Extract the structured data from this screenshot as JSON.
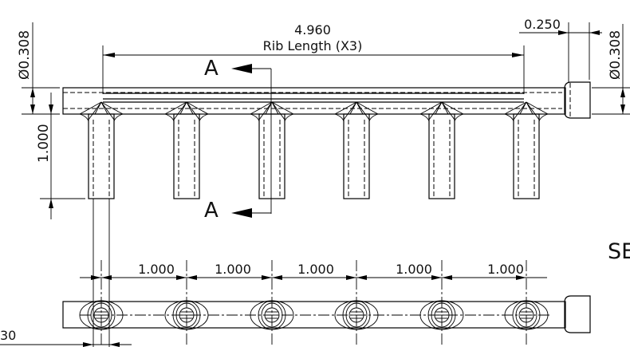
{
  "drawing": {
    "top_view": {
      "rib_length_value": "4.960",
      "rib_length_label": "Rib Length (X3)",
      "diameter_left": "Ø0.308",
      "diameter_right": "Ø0.308",
      "leg_length": "1.000",
      "cap_length": "0.250",
      "section_label_top": "A",
      "section_label_bottom": "A"
    },
    "partial_label_right": "SE",
    "bottom_view": {
      "spacings": [
        "1.000",
        "1.000",
        "1.000",
        "1.000",
        "1.000"
      ],
      "partial_dim_left": "30"
    }
  }
}
